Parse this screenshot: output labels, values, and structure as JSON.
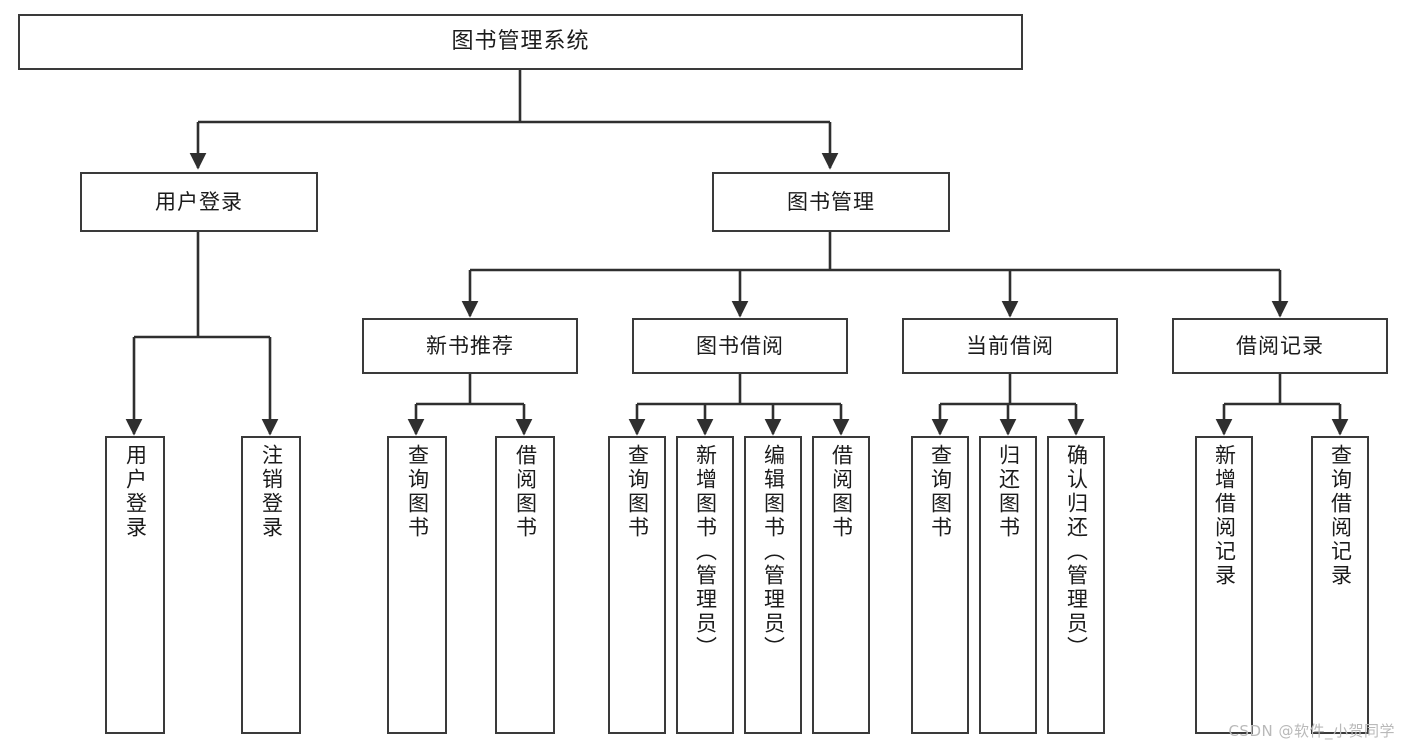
{
  "diagram": {
    "title": "图书管理系统",
    "type": "tree-hierarchy-chart",
    "colors": {
      "box_border": "#3a3a3a",
      "box_fill": "#ffffff",
      "edge": "#2f2f2f",
      "background": "#ffffff",
      "watermark": "#b9b9b9"
    },
    "watermark": "CSDN @软件_小贺同学"
  },
  "nodes": {
    "root": {
      "label": "图书管理系统"
    },
    "level1": [
      {
        "label": "用户登录"
      },
      {
        "label": "图书管理"
      }
    ],
    "level2": [
      {
        "label": "新书推荐"
      },
      {
        "label": "图书借阅"
      },
      {
        "label": "当前借阅"
      },
      {
        "label": "借阅记录"
      }
    ],
    "leaves": {
      "user_login": [
        {
          "label": "用户登录"
        },
        {
          "label": "注销登录"
        }
      ],
      "new_book_recommend": [
        {
          "label": "查询图书"
        },
        {
          "label": "借阅图书"
        }
      ],
      "book_borrow": [
        {
          "label": "查询图书"
        },
        {
          "label": "新增图书（管理员）"
        },
        {
          "label": "编辑图书（管理员）"
        },
        {
          "label": "借阅图书"
        }
      ],
      "current_borrow": [
        {
          "label": "查询图书"
        },
        {
          "label": "归还图书"
        },
        {
          "label": "确认归还（管理员）"
        }
      ],
      "borrow_record": [
        {
          "label": "新增借阅记录"
        },
        {
          "label": "查询借阅记录"
        }
      ]
    }
  }
}
